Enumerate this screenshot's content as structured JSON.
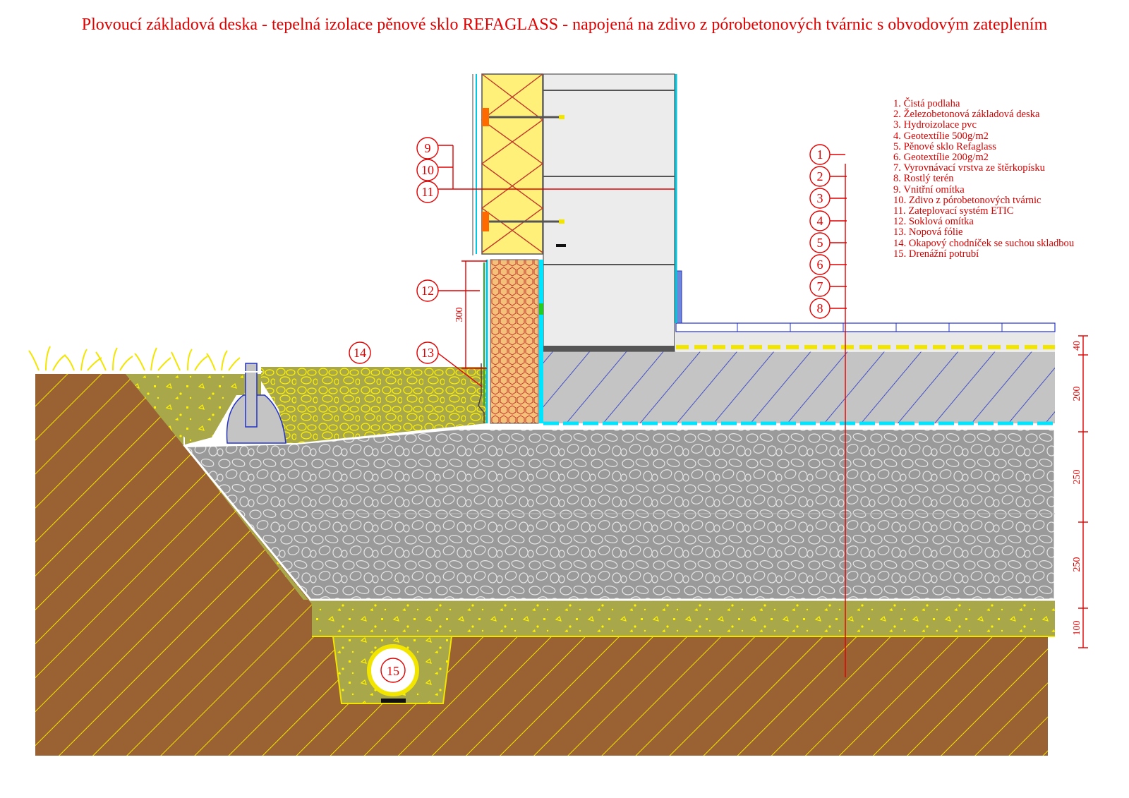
{
  "title": "Plovoucí základová deska - tepelná izolace pěnové sklo REFAGLASS - napojená na zdivo z pórobetonových tvárnic s obvodovým zateplením",
  "legend": [
    "1. Čistá podlaha",
    "2. Železobetonová základová deska",
    "3. Hydroizolace pvc",
    "4. Geotextílie 500g/m2",
    "5. Pěnové sklo Refaglass",
    "6. Geotextílie 200g/m2",
    "7. Vyrovnávací vrstva ze štěrkopísku",
    "8. Rostlý terén",
    "9. Vnitřní omítka",
    "10. Zdivo z pórobetonových tvárnic",
    "11. Zateplovací systém ETIC",
    "12. Soklová omítka",
    "13. Nopová fólie",
    "14. Okapový chodníček se suchou skladbou",
    "15. Drenážní potrubí"
  ],
  "callouts": {
    "c1": "1",
    "c2": "2",
    "c3": "3",
    "c4": "4",
    "c5": "5",
    "c6": "6",
    "c7": "7",
    "c8": "8",
    "c9": "9",
    "c10": "10",
    "c11": "11",
    "c12": "12",
    "c13": "13",
    "c14": "14",
    "c15": "15"
  },
  "dimensions": {
    "plinth": "300",
    "floor": "40",
    "slab": "200",
    "glass_upper": "250",
    "glass_lower": "250",
    "gravel": "100"
  },
  "colors": {
    "annotation": "#e00000",
    "soil": "#9a6232",
    "soil_hatch": "#f2e600",
    "gravel_bed": "#a8a84a",
    "foam_glass": "#9a9a9a",
    "concrete": "#c4c4c4",
    "insulation": "#fff07a",
    "waterproofing": "#00e5ff"
  }
}
